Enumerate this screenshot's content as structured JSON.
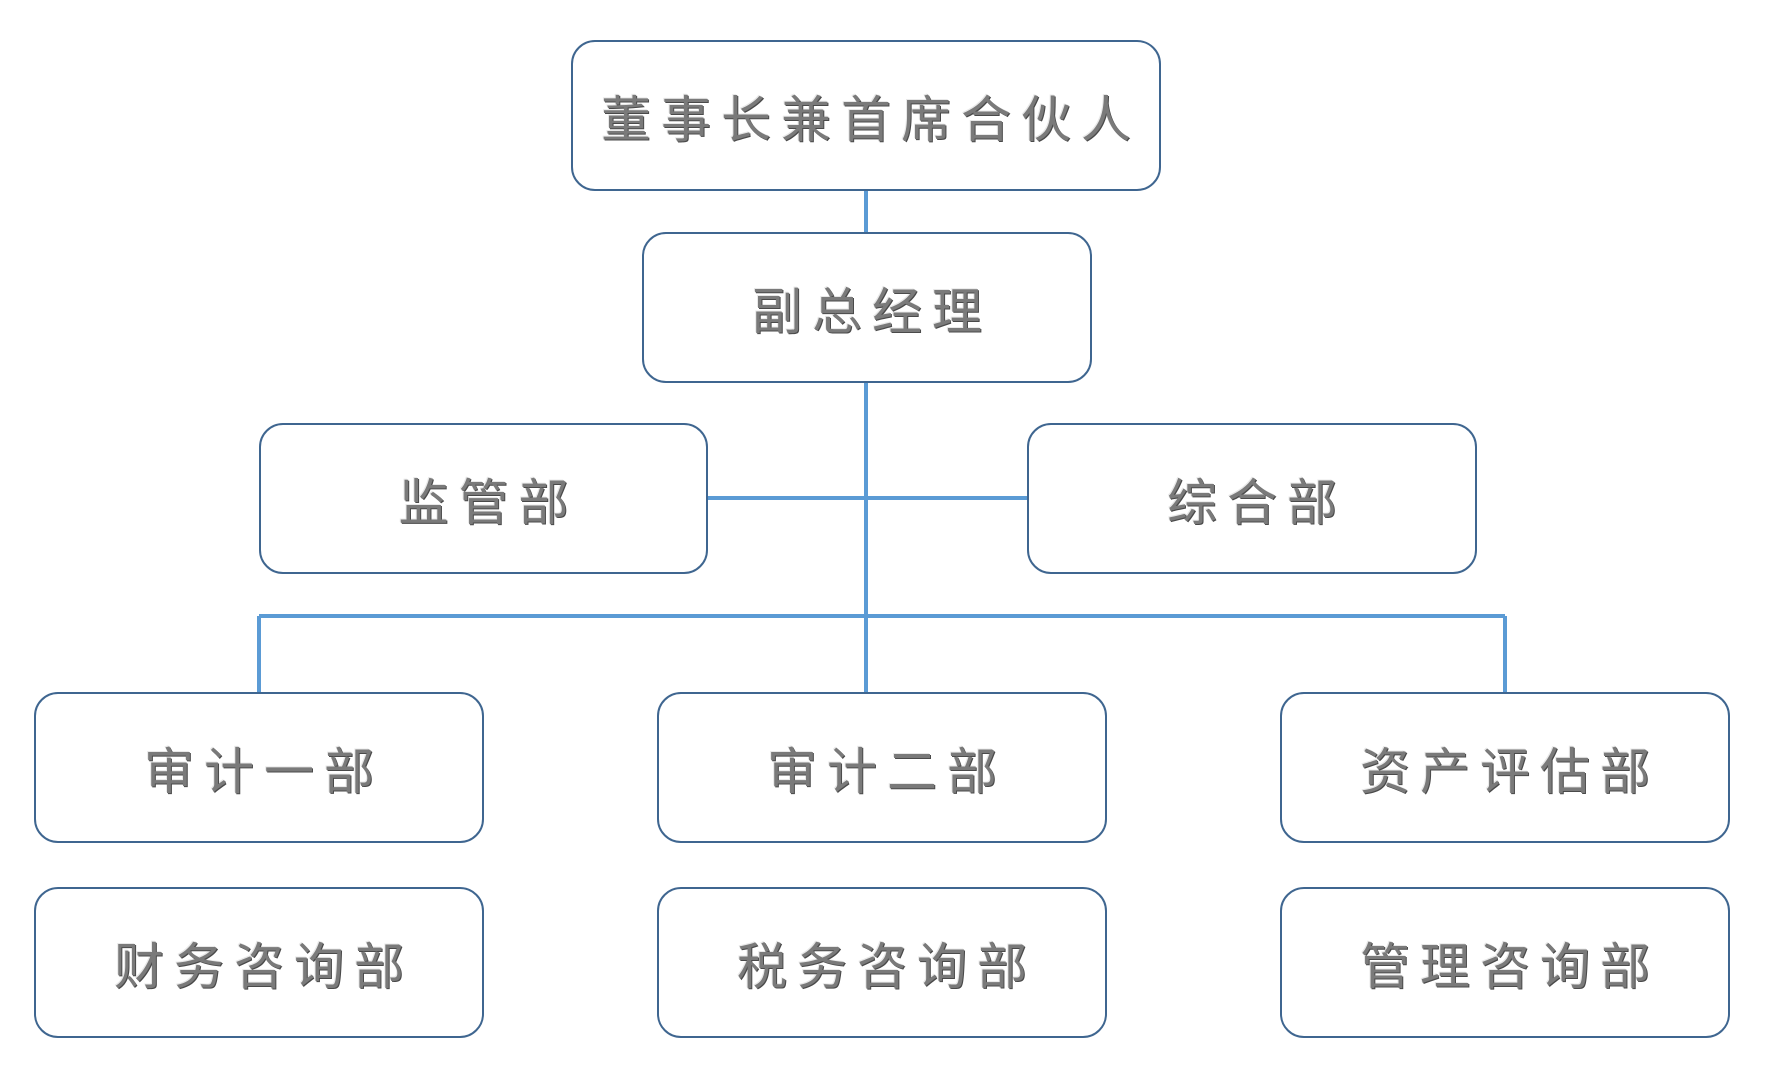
{
  "org_chart": {
    "chairman": "董事长兼首席合伙人",
    "deputy_gm": "副总经理",
    "supervision_dept": "监管部",
    "general_dept": "综合部",
    "audit_dept_1": "审计一部",
    "audit_dept_2": "审计二部",
    "asset_valuation_dept": "资产评估部",
    "financial_consulting_dept": "财务咨询部",
    "tax_consulting_dept": "税务咨询部",
    "management_consulting_dept": "管理咨询部"
  },
  "colors": {
    "box_border": "#3f6690",
    "connector": "#5b9bd5",
    "text": "#7a7a7a"
  }
}
